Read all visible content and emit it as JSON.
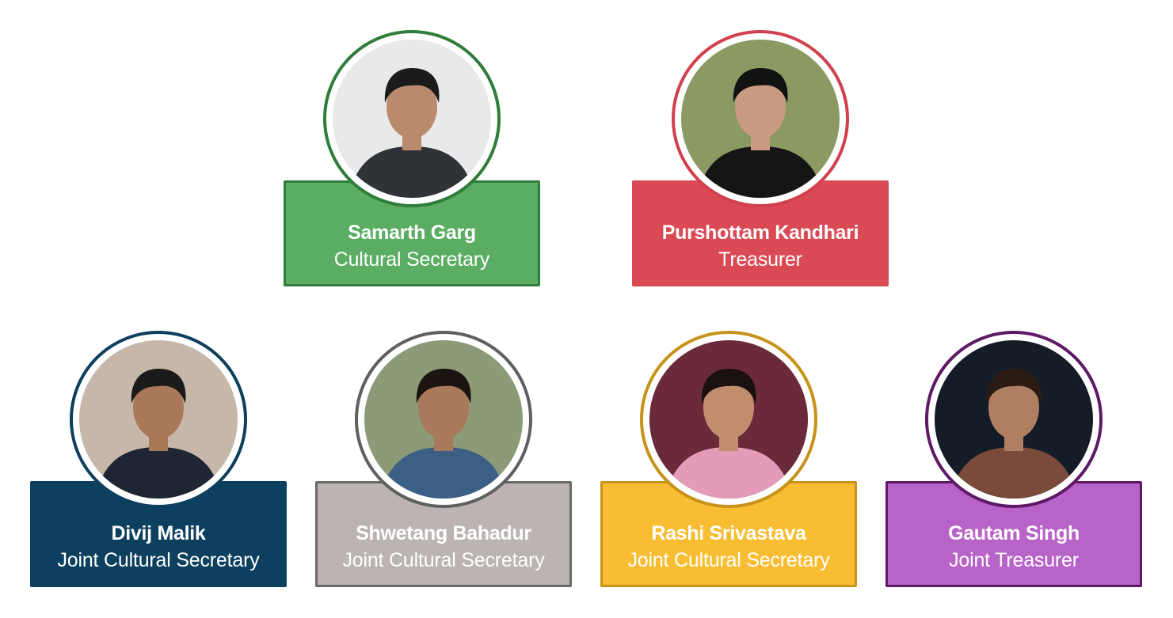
{
  "members": [
    {
      "name": "Samarth Garg",
      "role": "Cultural Secretary",
      "avatar_icon": "person-photo-icon",
      "card_color": "#5aad62",
      "card_border": "#2f7d3a",
      "ring_color": "#2f7d3a",
      "photo_bg": "#e9e9e9",
      "shirt": "#2f3338",
      "hair": "#1b1b1b",
      "skin": "#b98a6e"
    },
    {
      "name": "Purshottam Kandhari",
      "role": "Treasurer",
      "avatar_icon": "person-photo-icon",
      "card_color": "#da4a55",
      "card_border": "#da4a55",
      "ring_color": "#d1404d",
      "photo_bg": "#8a9a62",
      "shirt": "#151515",
      "hair": "#121212",
      "skin": "#c99b80"
    },
    {
      "name": "Divij Malik",
      "role": "Joint Cultural Secretary",
      "avatar_icon": "person-photo-icon",
      "card_color": "#0d3f5e",
      "card_border": "#0d3f5e",
      "ring_color": "#0d3f5e",
      "photo_bg": "#c7b7a8",
      "shirt": "#1f2533",
      "hair": "#1a1a1a",
      "skin": "#a97858"
    },
    {
      "name": "Shwetang Bahadur",
      "role": "Joint Cultural Secretary",
      "avatar_icon": "person-photo-icon",
      "card_color": "#bcb3b3",
      "card_border": "#6a6a6a",
      "ring_color": "#5f5f5f",
      "photo_bg": "#8c9a78",
      "shirt": "#3c5f86",
      "hair": "#1c1410",
      "skin": "#a9795b"
    },
    {
      "name": "Rashi Srivastava",
      "role": "Joint Cultural Secretary",
      "avatar_icon": "person-photo-icon",
      "card_color": "#f8bd33",
      "card_border": "#c7931a",
      "ring_color": "#c7931a",
      "photo_bg": "#6a2a3a",
      "shirt": "#e39bb7",
      "hair": "#1a1010",
      "skin": "#c28d6d"
    },
    {
      "name": "Gautam Singh",
      "role": "Joint Treasurer",
      "avatar_icon": "person-photo-icon",
      "card_color": "#b863c8",
      "card_border": "#5e1a66",
      "ring_color": "#5e1a66",
      "photo_bg": "#141c28",
      "shirt": "#7a4a3a",
      "hair": "#2a1c14",
      "skin": "#b07f61"
    }
  ]
}
